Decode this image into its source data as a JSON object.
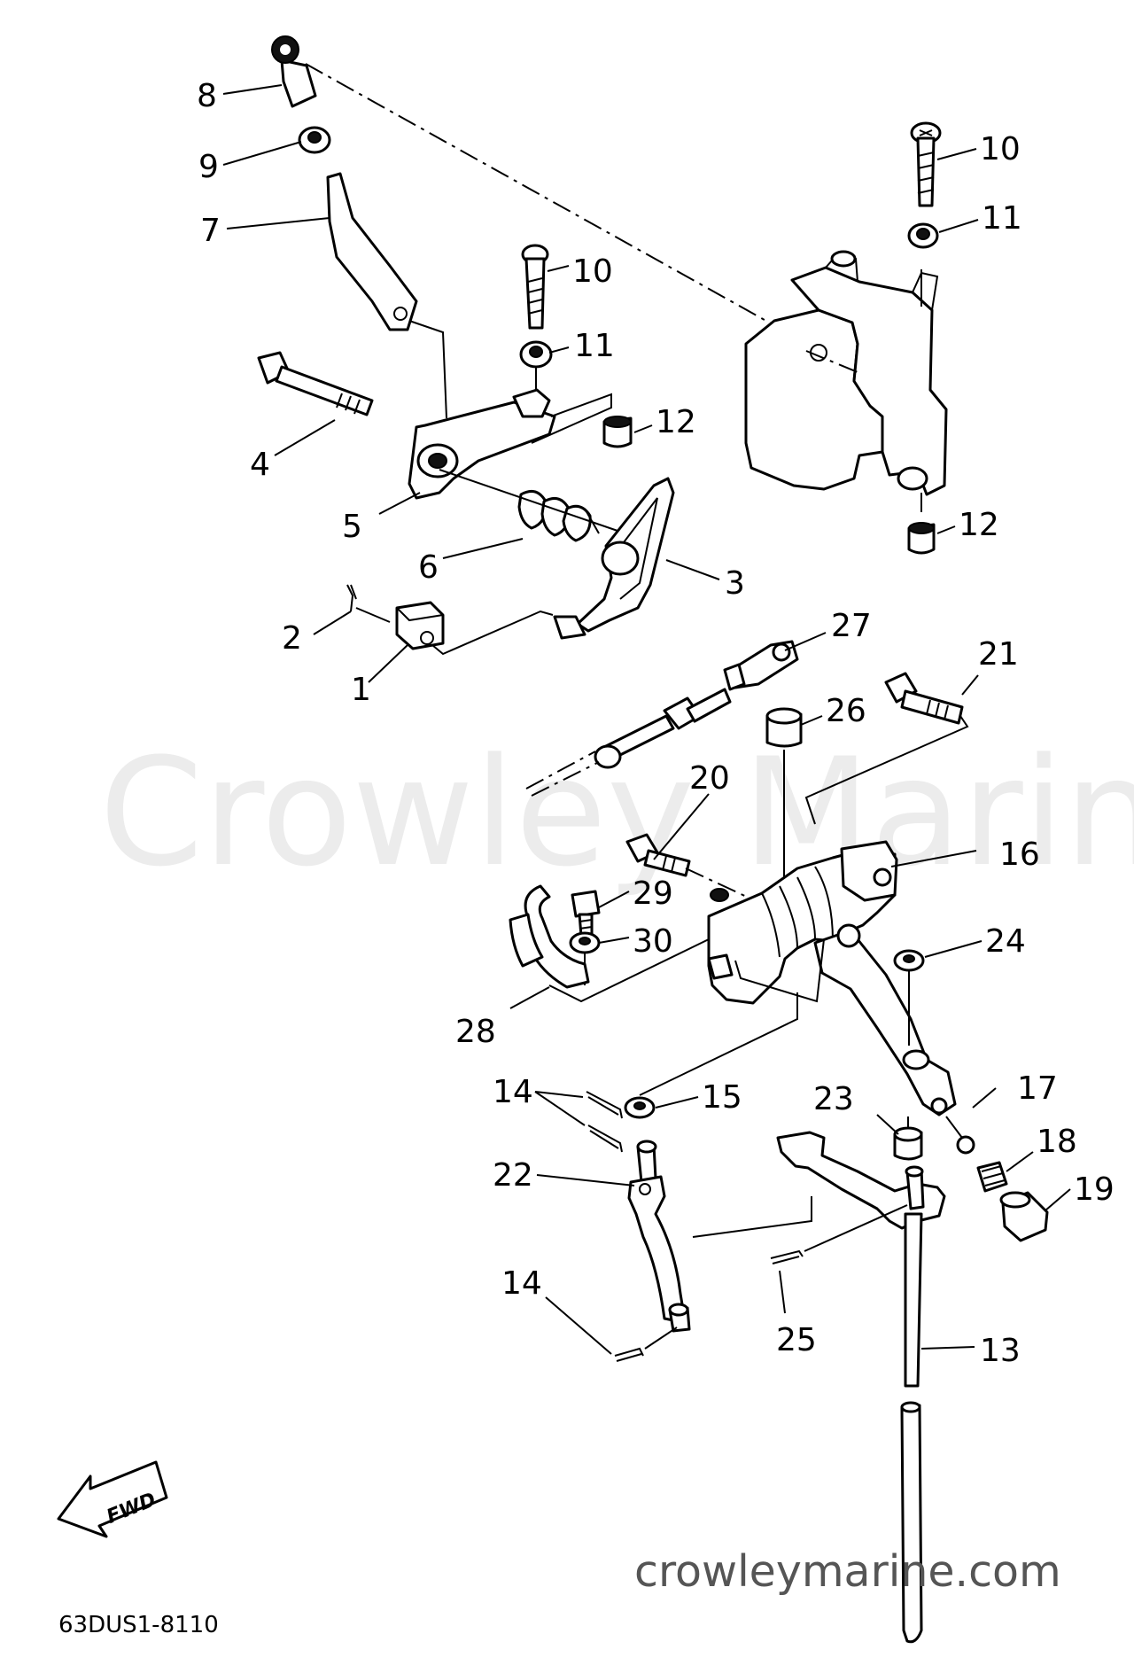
{
  "watermark": "Crowley Marine",
  "website": "crowleymarine.com",
  "diagram_code": "63DUS1-8110",
  "fwd_label": "FWD",
  "callouts": {
    "p1": "1",
    "p2": "2",
    "p3": "3",
    "p4": "4",
    "p5": "5",
    "p6": "6",
    "p7": "7",
    "p8": "8",
    "p9": "9",
    "p10a": "10",
    "p10b": "10",
    "p11a": "11",
    "p11b": "11",
    "p12a": "12",
    "p12b": "12",
    "p13": "13",
    "p14a": "14",
    "p14b": "14",
    "p15": "15",
    "p16": "16",
    "p17": "17",
    "p18": "18",
    "p19": "19",
    "p20": "20",
    "p21": "21",
    "p22": "22",
    "p23": "23",
    "p24": "24",
    "p25": "25",
    "p26": "26",
    "p27": "27",
    "p28": "28",
    "p29": "29",
    "p30": "30"
  }
}
